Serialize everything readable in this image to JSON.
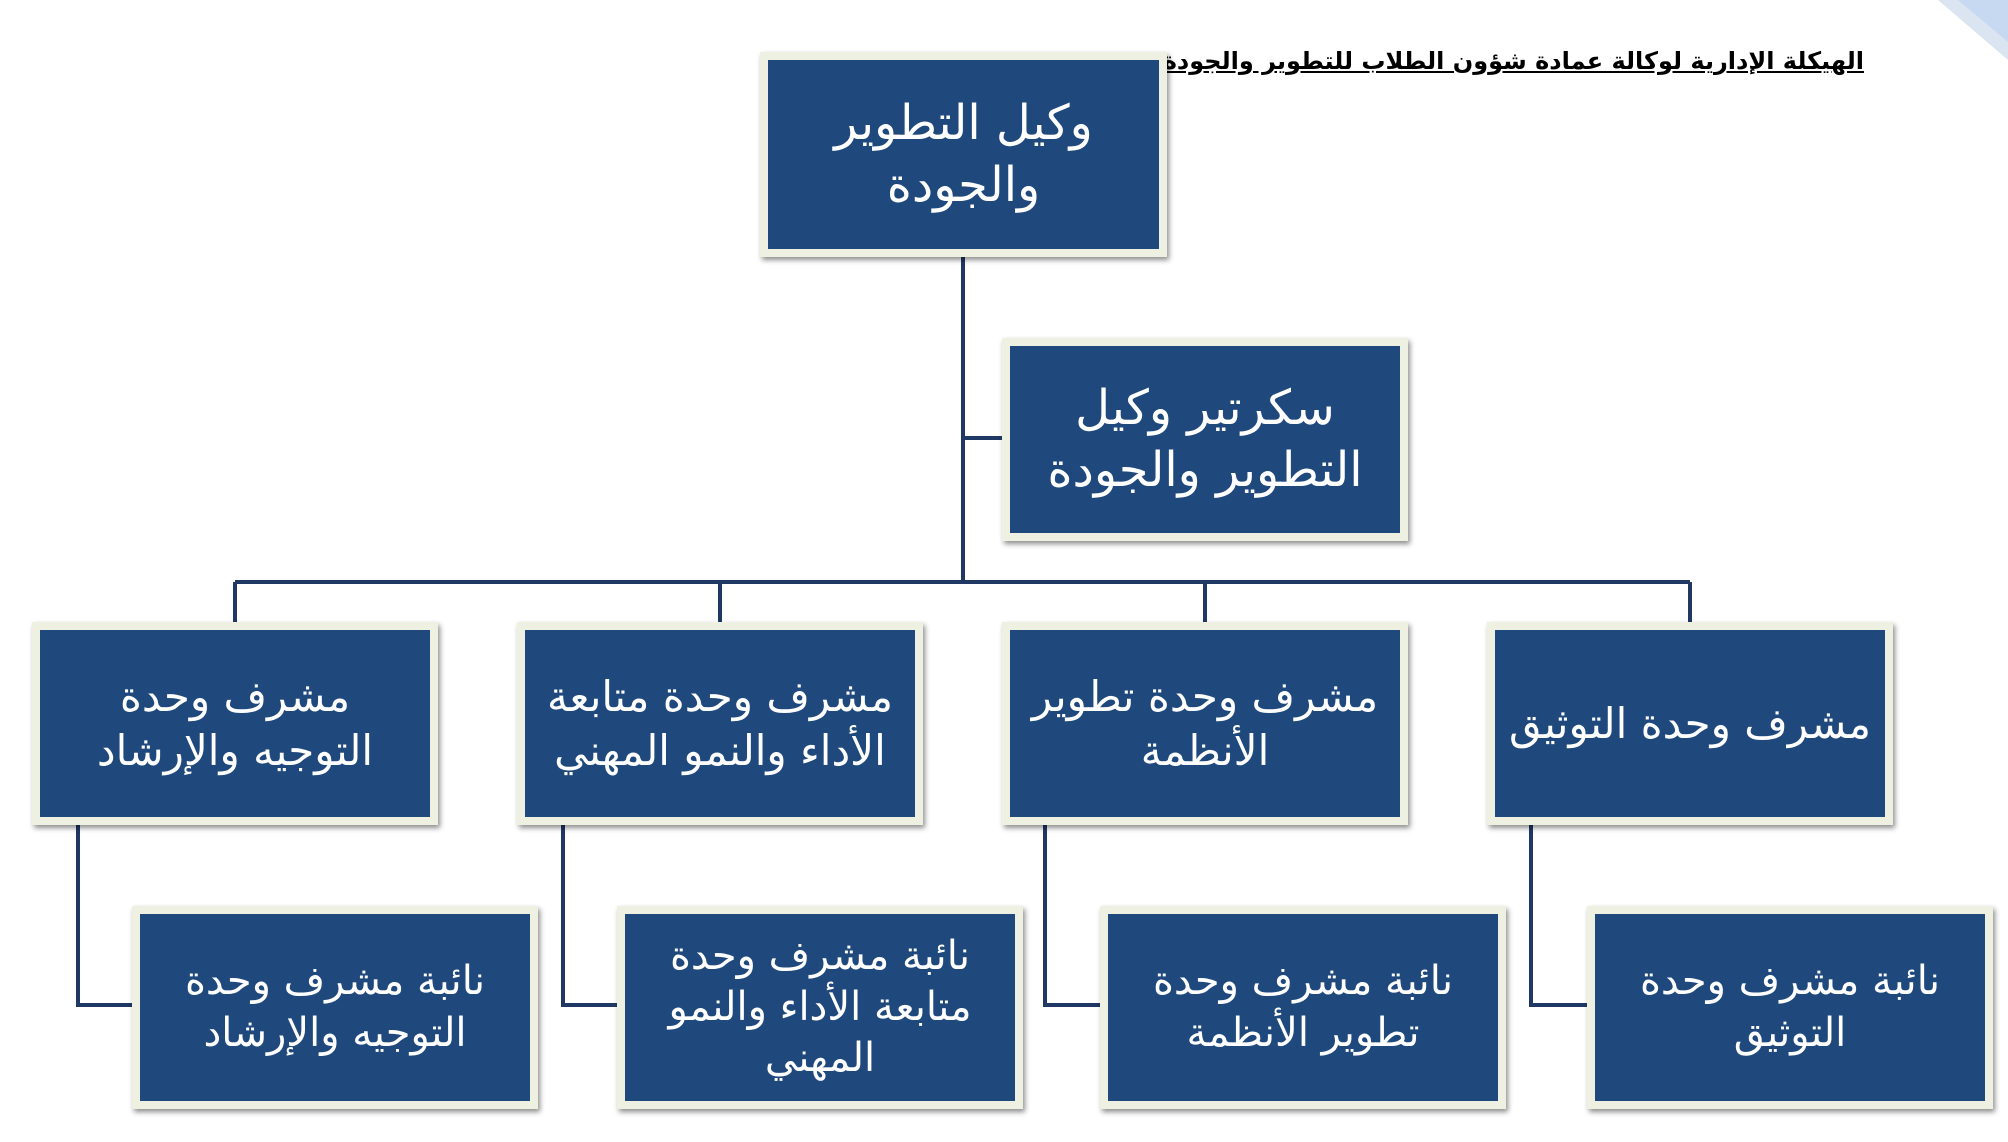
{
  "title": "الهيكلة الإدارية لوكالة عمادة شؤون الطلاب للتطوير والجودة:",
  "colors": {
    "box_fill": "#1f497d",
    "box_border": "#eef0e2",
    "connector": "#1f3864",
    "text": "#ffffff",
    "corner_accent": "#dbe5f1"
  },
  "org": {
    "head": "وكيل التطوير والجودة",
    "secretary": "سكرتير وكيل التطوير والجودة",
    "units": [
      {
        "supervisor": "مشرف وحدة التوجيه والإرشاد",
        "deputy": "نائبة مشرف وحدة التوجيه والإرشاد"
      },
      {
        "supervisor": "مشرف وحدة متابعة الأداء والنمو المهني",
        "deputy": "نائبة مشرف وحدة متابعة الأداء والنمو المهني"
      },
      {
        "supervisor": "مشرف وحدة تطوير الأنظمة",
        "deputy": "نائبة مشرف وحدة تطوير الأنظمة"
      },
      {
        "supervisor": "مشرف وحدة التوثيق",
        "deputy": "نائبة مشرف وحدة التوثيق"
      }
    ]
  }
}
